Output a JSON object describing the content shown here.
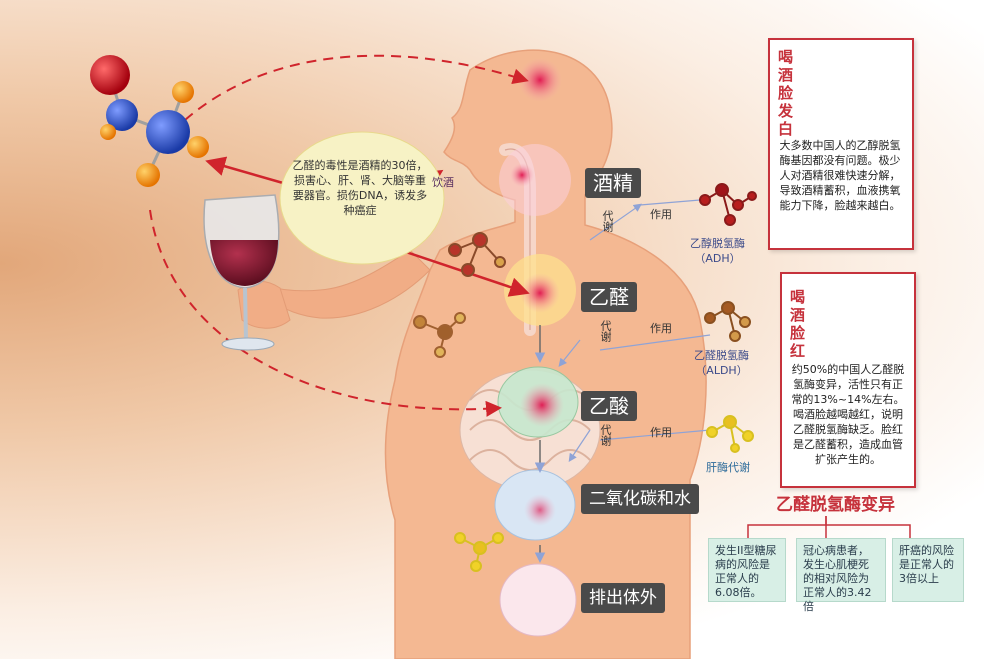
{
  "bubble": {
    "text": "乙醛的毒性是酒精的30倍，损害心、肝、肾、大脑等重要器官。损伤DNA，诱发多种癌症"
  },
  "stages": {
    "alcohol": "酒精",
    "acetaldehyde": "乙醛",
    "acetic_acid": "乙酸",
    "co2_water": "二氧化碳和水",
    "excrete": "排出体外"
  },
  "labels": {
    "drink": "饮酒",
    "metab1": "代谢",
    "metab2": "代谢",
    "metab3": "代谢",
    "act1": "作用",
    "act2": "作用",
    "act3": "作用"
  },
  "enzymes": {
    "adh_name": "乙醇脱氢酶",
    "adh_abbr": "（ADH）",
    "aldh_name": "乙醛脱氢酶",
    "aldh_abbr": "（ALDH）",
    "liver": "肝酶代谢"
  },
  "panel_white": {
    "title": "喝酒脸发白",
    "body": "大多数中国人的乙醇脱氢酶基因都没有问题。极少人对酒精很难快速分解，导致酒精蓄积，血液携氧能力下降，脸越来越白。"
  },
  "panel_red": {
    "title": "喝酒脸红",
    "body": "约50%的中国人乙醛脱氢酶变异，活性只有正常的13%~14%左右。喝酒脸越喝越红，说明乙醛脱氢酶缺乏。脸红是乙醛蓄积，造成血管扩张产生的。"
  },
  "variant": {
    "title": "乙醛脱氢酶变异",
    "risks": [
      "发生II型糖尿病的风险是正常人的6.08倍。",
      "冠心病患者，发生心肌梗死的相对风险为正常人的3.42倍",
      "肝癌的风险是正常人的3倍以上"
    ]
  },
  "colors": {
    "accent_red": "#c6323c",
    "skin": "#f4b892",
    "stage_label_bg": "#4a4a4a",
    "risk_box": "#d8efe6"
  }
}
